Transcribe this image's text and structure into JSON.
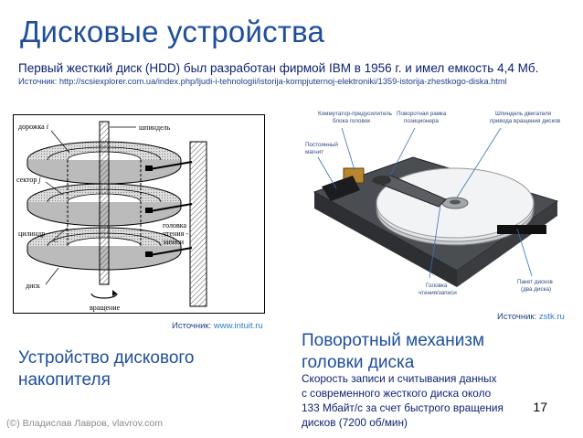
{
  "slide": {
    "title": "Дисковые устройства",
    "intro": "Первый жесткий диск (HDD) был разработан фирмой IBM в 1956 г. и имел емкость 4,4 Мб.",
    "intro_source": "Источник: http://scsiexplorer.com.ua/index.php/ljudi-i-tehnologii/istorija-kompjuternoj-elektroniki/1359-istorija-zhestkogo-diska.html",
    "page_number": "17",
    "footer": "(©) Владислав Лавров, vlavrov.com"
  },
  "left_figure": {
    "labels": {
      "track": "дорожка",
      "track_i": "i",
      "spindle": "шпиндель",
      "sector": "сектор",
      "sector_j": "j",
      "cylinder": "цилиндр",
      "cylinder_c": "C",
      "head1": "головка",
      "head2": "чтения -",
      "head3": "записи",
      "disk": "диск",
      "rotation": "вращение"
    },
    "source_prefix": "Источник:",
    "source_link": "www.intuit.ru",
    "caption_line1": "Устройство дискового",
    "caption_line2": "накопителя"
  },
  "right_figure": {
    "labels": {
      "switch1": "Коммутатор-предусилитель",
      "switch2": "блока головок",
      "frame1": "Поворотная рамка",
      "frame2": "позиционера",
      "spindle1": "Шпиндель двигателя",
      "spindle2": "привода вращения дисков",
      "magnet1": "Постоянный",
      "magnet2": "магнит",
      "head1": "Головка",
      "head2": "чтения/записи",
      "pack1": "Пакет дисков",
      "pack2": "(два диска)"
    },
    "source_prefix": "Источник:",
    "source_link": "zstk.ru",
    "caption_line1": "Поворотный механизм",
    "caption_line2": "головки диска",
    "desc": [
      "Скорость записи и считывания данных",
      "с современного жесткого диска около",
      "133 Мбайт/с за счет быстрого вращения",
      "дисков (7200 об/мин)"
    ]
  }
}
